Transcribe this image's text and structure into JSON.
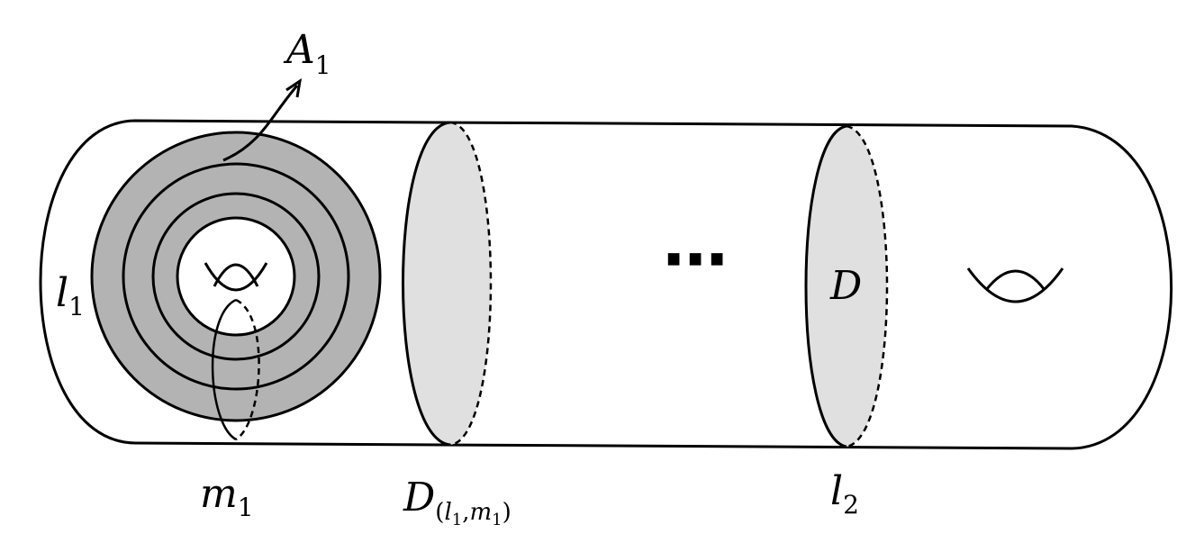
{
  "labels": {
    "a1": {
      "main": "A",
      "sub": "1"
    },
    "l1": {
      "main": "l",
      "sub": "1"
    },
    "m1": {
      "main": "m",
      "sub": "1"
    },
    "d_lm": {
      "main": "D",
      "sub_open": "(",
      "sub_l": "l",
      "sub_l_idx": "1",
      "sub_comma": ",",
      "sub_m": "m",
      "sub_m_idx": "1",
      "sub_close": ")"
    },
    "l2": {
      "main": "l",
      "sub": "2"
    },
    "d": "D",
    "ellipsis": "⋯"
  },
  "colors": {
    "annulus": "#b3b3b3",
    "disk": "#e0e0e0",
    "stroke": "#000000"
  }
}
